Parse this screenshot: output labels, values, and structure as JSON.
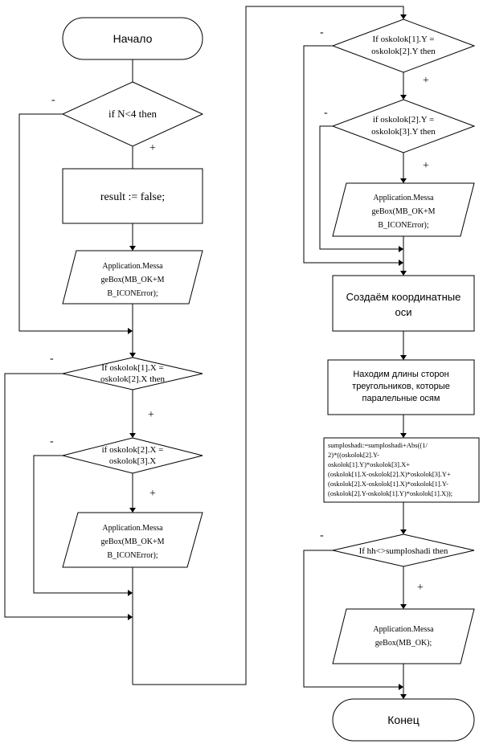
{
  "left_column": {
    "start": "Начало",
    "cond_n": "if N<4 then",
    "result_false": "result := false;",
    "msg_1": [
      "Application.Messa",
      "geBox(MB_OK+M",
      "B_ICONError);"
    ],
    "cond_x1": [
      "If oskolok[1].X =",
      "oskolok[2].X then"
    ],
    "cond_x2": [
      "if oskolok[2].X =",
      "oskolok[3].X"
    ],
    "msg_2": [
      "Application.Messa",
      "geBox(MB_OK+M",
      "B_ICONError);"
    ]
  },
  "right_column": {
    "cond_y1": [
      "If oskolok[1].Y =",
      "oskolok[2].Y then"
    ],
    "cond_y2": [
      "if oskolok[2].Y =",
      "oskolok[3].Y then"
    ],
    "msg_3": [
      "Application.Messa",
      "geBox(MB_OK+M",
      "B_ICONError);"
    ],
    "create_axes": [
      "Создаём координатные",
      "оси"
    ],
    "find_sides": [
      "Находим длины сторон",
      "треугольников, которые",
      "паралельные осям"
    ],
    "formula": [
      "sumploshadi:=sumploshadi+Abs((1/",
      "2)*((oskolok[2].Y-",
      "oskolok[1].Y)*oskolok[3].X+",
      "(oskolok[1].X-oskolok[2].X)*oskolok[3].Y+",
      "(oskolok[2].X-oskolok[1].X)*oskolok[1].Y-",
      "(oskolok[2].Y-oskolok[1].Y)*oskolok[1].X));"
    ],
    "cond_hh": "If hh<>sumploshadi then",
    "msg_4": [
      "Application.Messa",
      "geBox(MB_OK);"
    ],
    "end": "Конец"
  },
  "branch_labels": {
    "minus": "-",
    "plus": "+"
  }
}
